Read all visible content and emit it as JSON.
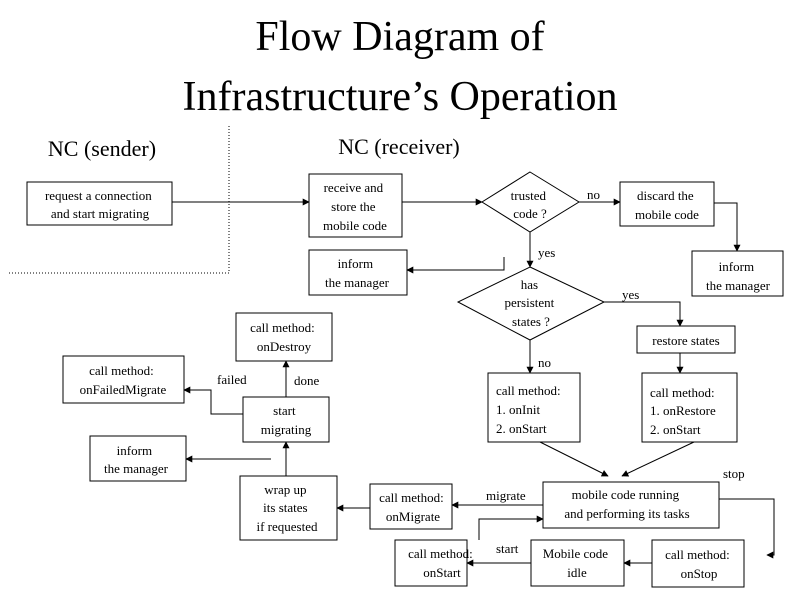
{
  "title": {
    "line1": "Flow Diagram of",
    "line2": "Infrastructure’s Operation"
  },
  "sections": {
    "sender": "NC (sender)",
    "receiver": "NC (receiver)"
  },
  "nodes": {
    "request_connection": [
      "request a connection",
      "and start migrating"
    ],
    "receive_store": [
      "receive and",
      "store the",
      "mobile code"
    ],
    "trusted_code": [
      "trusted",
      "code ?"
    ],
    "discard_code": [
      "discard the",
      "mobile code"
    ],
    "inform_manager_left": [
      "inform",
      "the manager"
    ],
    "inform_manager_right": [
      "inform",
      "the manager"
    ],
    "persistent_states": [
      "has",
      "persistent",
      "states ?"
    ],
    "restore_states": [
      "restore states"
    ],
    "call_on_destroy": [
      "call method:",
      "onDestroy"
    ],
    "call_on_failed_migrate": [
      "call method:",
      "onFailedMigrate"
    ],
    "start_migrating": [
      "start",
      "migrating"
    ],
    "inform_manager_bottom": [
      "inform",
      "the manager"
    ],
    "call_on_init": [
      "call method:",
      "1. onInit",
      "2. onStart"
    ],
    "call_on_restore": [
      "call method:",
      "1. onRestore",
      "2. onStart"
    ],
    "wrap_up_states": [
      "wrap up",
      "its states",
      "if requested"
    ],
    "call_on_migrate": [
      "call method:",
      "onMigrate"
    ],
    "mobile_code_running": [
      "mobile code running",
      "and performing its tasks"
    ],
    "call_on_start": [
      "call method:",
      "onStart"
    ],
    "mobile_code_idle": [
      "Mobile code",
      "idle"
    ],
    "call_on_stop": [
      "call method:",
      "onStop"
    ]
  },
  "edge_labels": {
    "no_trusted": "no",
    "yes_trusted": "yes",
    "yes_persistent": "yes",
    "no_persistent": "no",
    "failed": "failed",
    "done": "done",
    "migrate": "migrate",
    "start": "start",
    "stop": "stop"
  }
}
